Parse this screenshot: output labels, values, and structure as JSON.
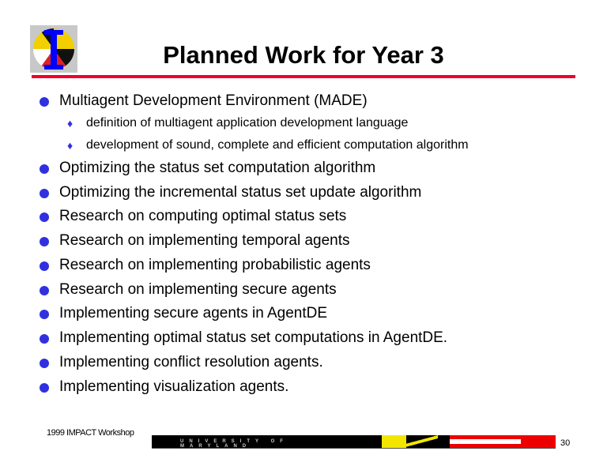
{
  "title": "Planned Work for Year 3",
  "bullets": [
    {
      "text": "Multiagent Development Environment (MADE)",
      "subs": [
        "definition of multiagent application development language",
        "development of sound, complete and efficient computation algorithm"
      ]
    },
    {
      "text": "Optimizing the status set computation algorithm"
    },
    {
      "text": "Optimizing the incremental status set update algorithm"
    },
    {
      "text": "Research on computing optimal status sets"
    },
    {
      "text": "Research on implementing temporal agents"
    },
    {
      "text": "Research on implementing probabilistic agents"
    },
    {
      "text": "Research on implementing secure agents"
    },
    {
      "text": "Implementing secure agents in AgentDE"
    },
    {
      "text": "Implementing optimal status set computations in AgentDE."
    },
    {
      "text": "Implementing conflict resolution agents."
    },
    {
      "text": "Implementing visualization agents."
    }
  ],
  "footer": {
    "workshop": "1999 IMPACT Workshop",
    "university": "UNIVERSITY OF MARYLAND",
    "page": "30"
  },
  "colors": {
    "rule": "#f0002a",
    "bullet": "#3030e0"
  }
}
